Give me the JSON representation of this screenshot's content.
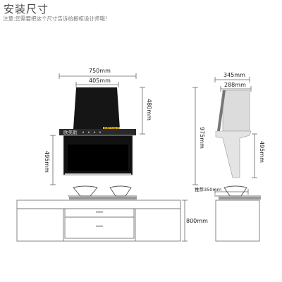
{
  "header": {
    "title": "安装尺寸",
    "note": "注意:您需要把这个尺寸告诉给橱柜设计师哦!"
  },
  "front_view": {
    "width_total": "750mm",
    "width_panel": "405mm",
    "height_panel": "480mm",
    "height_hood": "495mm",
    "height_total": "975mm",
    "cabinet_height": "800mm",
    "brand_text": "欧美斯",
    "panel_sticker": "极致大吸力"
  },
  "side_view": {
    "depth_top": "345mm",
    "depth_panel": "288mm",
    "height_hood": "495mm",
    "recommend": "推荐350mm"
  },
  "colors": {
    "line": "#666666",
    "glass": "#1a1a1a",
    "steel": "#d9d9d9"
  }
}
